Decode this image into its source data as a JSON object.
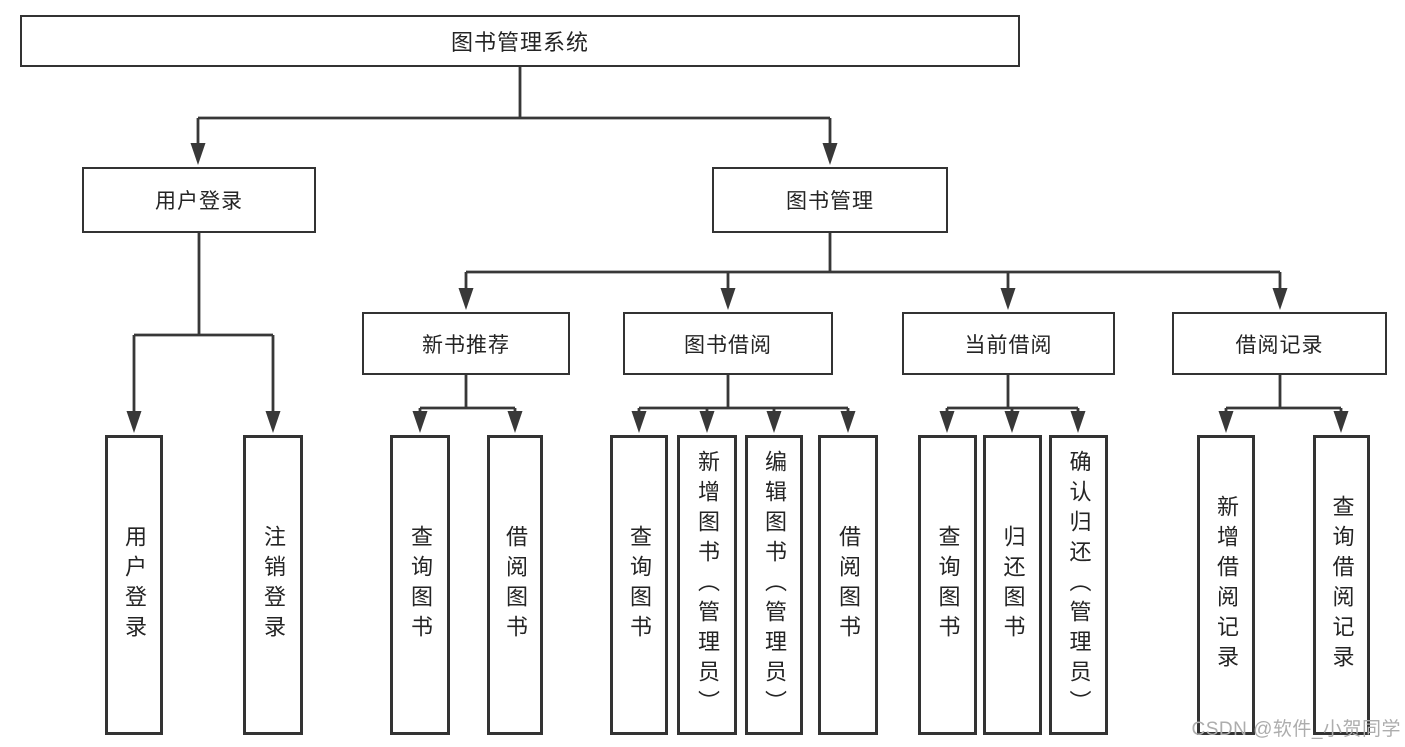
{
  "tree": {
    "root": "图书管理系统",
    "branches": [
      {
        "label": "用户登录",
        "children": [
          "用户登录",
          "注销登录"
        ]
      },
      {
        "label": "图书管理",
        "children": [
          {
            "label": "新书推荐",
            "children": [
              "查询图书",
              "借阅图书"
            ]
          },
          {
            "label": "图书借阅",
            "children": [
              "查询图书",
              "新增图书（管理员）",
              "编辑图书（管理员）",
              "借阅图书"
            ]
          },
          {
            "label": "当前借阅",
            "children": [
              "查询图书",
              "归还图书",
              "确认归还（管理员）"
            ]
          },
          {
            "label": "借阅记录",
            "children": [
              "新增借阅记录",
              "查询借阅记录"
            ]
          }
        ]
      }
    ]
  },
  "watermark": {
    "text": "CSDN @软件_小贺同学"
  },
  "colors": {
    "background": "#ffffff",
    "line": "#383838",
    "box_border": "#333333",
    "text": "#242424",
    "watermark": "#adadad"
  }
}
